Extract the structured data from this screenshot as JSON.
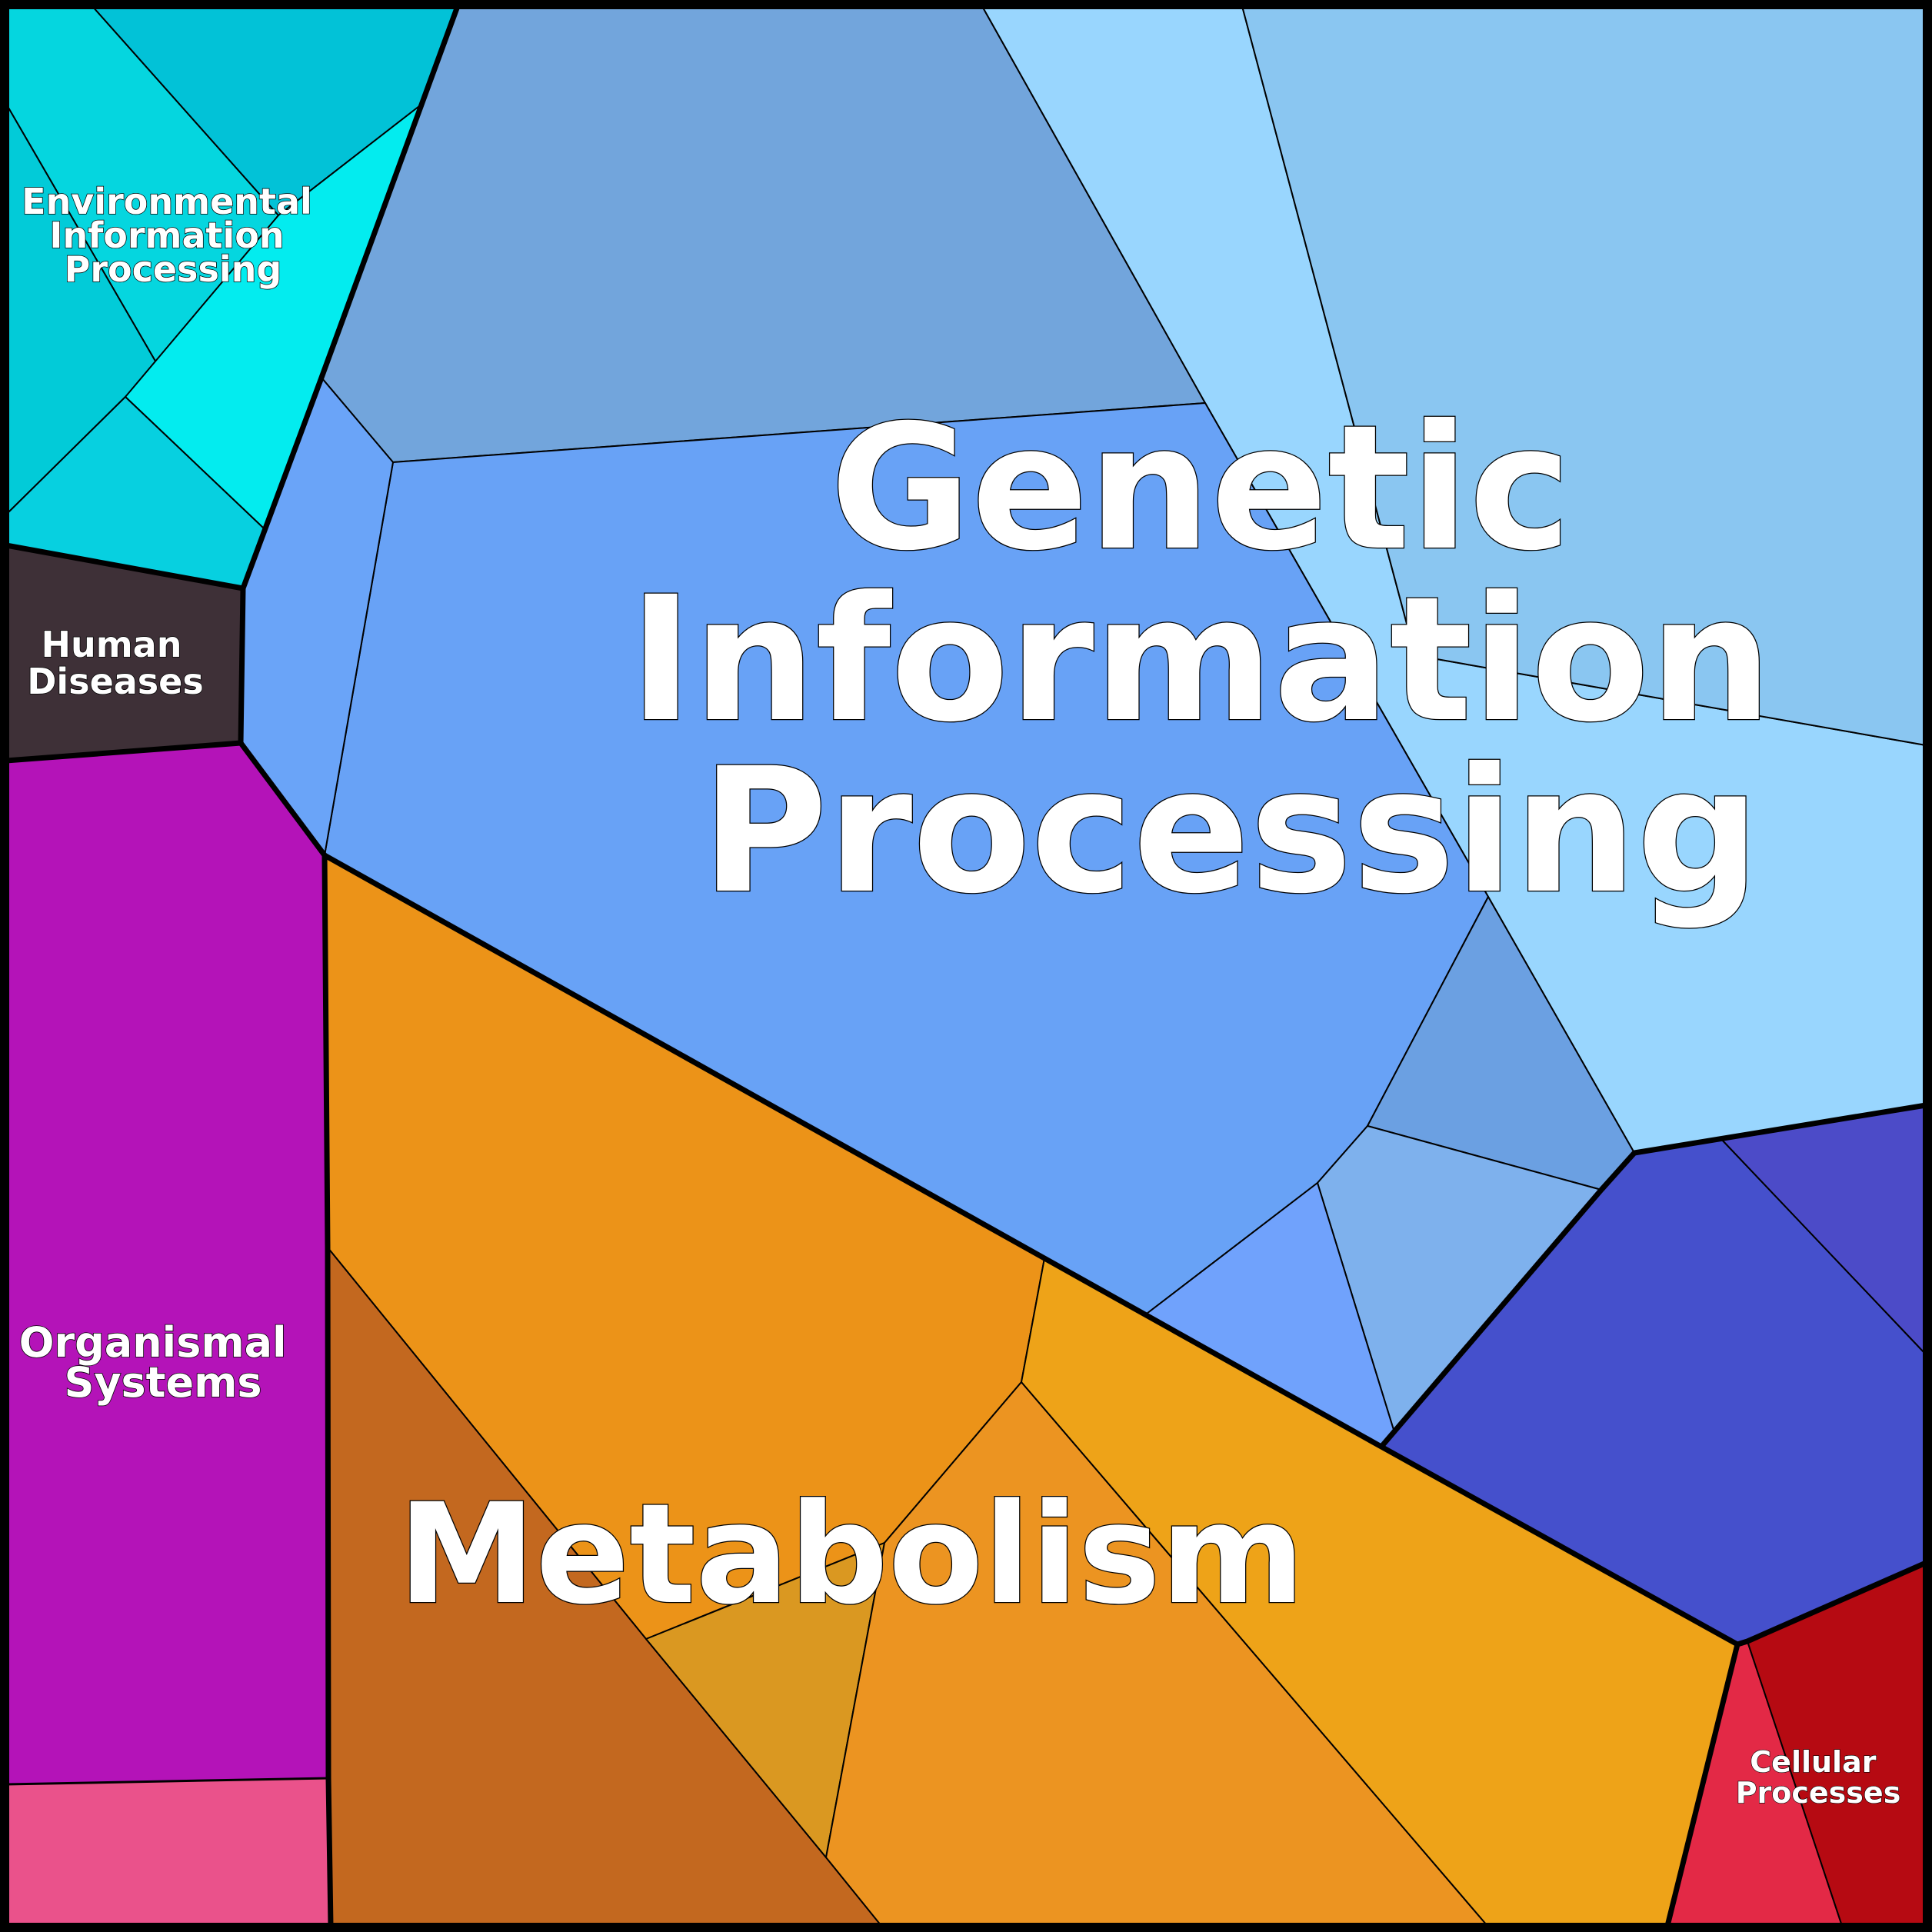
{
  "diagram": {
    "type": "voronoi-treemap",
    "groups": [
      {
        "id": "genetic",
        "name_lines": [
          "Genetic",
          "Information",
          "Processing"
        ],
        "colors": [
          "#72a5dc",
          "#99d6fe",
          "#8ac6f1",
          "#68a2f6",
          "#6ba0e2",
          "#7eb1ed",
          "#70a2fc",
          "#6aa4f8"
        ]
      },
      {
        "id": "metabolism",
        "name_lines": [
          "Metabolism"
        ],
        "colors": [
          "#ec9318",
          "#c3681f",
          "#da9821",
          "#ec9421",
          "#eea318"
        ]
      },
      {
        "id": "environmental",
        "name_lines": [
          "Environmental",
          "Information",
          "Processing"
        ],
        "colors": [
          "#05d6df",
          "#02c2d7",
          "#02cbd8",
          "#03ecef",
          "#07d0e0"
        ]
      },
      {
        "id": "human-diseases",
        "name_lines": [
          "Human",
          "Diseases"
        ],
        "colors": [
          "#3e3037"
        ]
      },
      {
        "id": "organismal",
        "name_lines": [
          "Organismal",
          "Systems"
        ],
        "colors": [
          "#b413b8",
          "#ea528b"
        ]
      },
      {
        "id": "unlabeled-blue",
        "name_lines": [],
        "colors": [
          "#4550cc",
          "#4c4bc8"
        ]
      },
      {
        "id": "cellular",
        "name_lines": [
          "Cellular",
          "Processes"
        ],
        "colors": [
          "#e32946",
          "#b60a12"
        ]
      }
    ]
  }
}
